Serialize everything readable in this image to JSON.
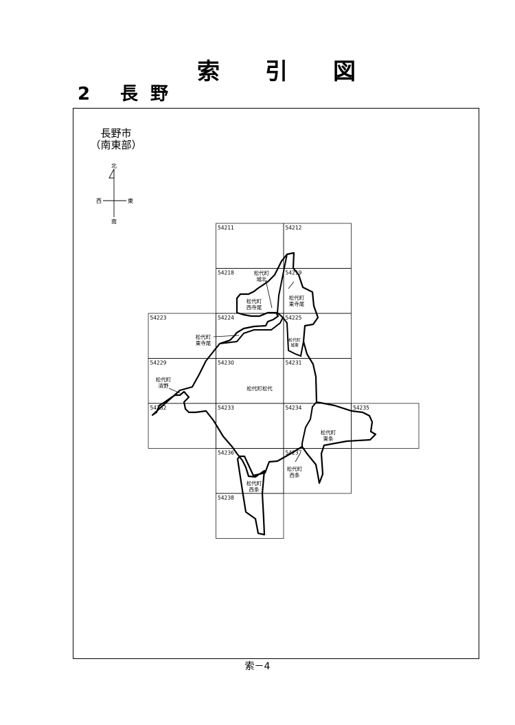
{
  "header": {
    "title_chars": [
      "索",
      "引",
      "図"
    ],
    "section_number": "2",
    "section_chars": [
      "長",
      "野"
    ]
  },
  "legend": {
    "city_name": "長野市",
    "area_name": "（南東部）"
  },
  "compass": {
    "north": "北",
    "south": "南",
    "east": "東",
    "west": "西"
  },
  "sheets": [
    {
      "id": "54211",
      "col": 1,
      "row": 0
    },
    {
      "id": "54212",
      "col": 2,
      "row": 0
    },
    {
      "id": "54218",
      "col": 1,
      "row": 1
    },
    {
      "id": "54219",
      "col": 2,
      "row": 1
    },
    {
      "id": "54223",
      "col": 0,
      "row": 2
    },
    {
      "id": "54224",
      "col": 1,
      "row": 2
    },
    {
      "id": "54225",
      "col": 2,
      "row": 2
    },
    {
      "id": "54229",
      "col": 0,
      "row": 3
    },
    {
      "id": "54230",
      "col": 1,
      "row": 3
    },
    {
      "id": "54231",
      "col": 2,
      "row": 3
    },
    {
      "id": "54232",
      "col": 0,
      "row": 4
    },
    {
      "id": "54233",
      "col": 1,
      "row": 4
    },
    {
      "id": "54234",
      "col": 2,
      "row": 4
    },
    {
      "id": "54235",
      "col": 3,
      "row": 4
    },
    {
      "id": "54236",
      "col": 1,
      "row": 5
    },
    {
      "id": "54237",
      "col": 2,
      "row": 5
    },
    {
      "id": "54238",
      "col": 1,
      "row": 6
    }
  ],
  "districts": [
    {
      "key": "jouhoku",
      "lines": [
        "松代町",
        "城北"
      ]
    },
    {
      "key": "nishiterao",
      "lines": [
        "松代町",
        "西寺尾"
      ]
    },
    {
      "key": "higashiterao_ne",
      "lines": [
        "松代町",
        "東寺尾"
      ]
    },
    {
      "key": "higashiterao_w",
      "lines": [
        "松代町",
        "東寺尾"
      ]
    },
    {
      "key": "shiroto",
      "lines": [
        "松代町",
        "城東"
      ]
    },
    {
      "key": "kiyono",
      "lines": [
        "松代町",
        "清野"
      ]
    },
    {
      "key": "matsushiro",
      "lines": [
        "松代町松代"
      ]
    },
    {
      "key": "higashijo",
      "lines": [
        "松代町",
        "東条"
      ]
    },
    {
      "key": "nishijo_e",
      "lines": [
        "松代町",
        "西条"
      ]
    },
    {
      "key": "nishijo_s",
      "lines": [
        "松代町",
        "西条"
      ]
    }
  ],
  "page": {
    "number": "索－4"
  }
}
